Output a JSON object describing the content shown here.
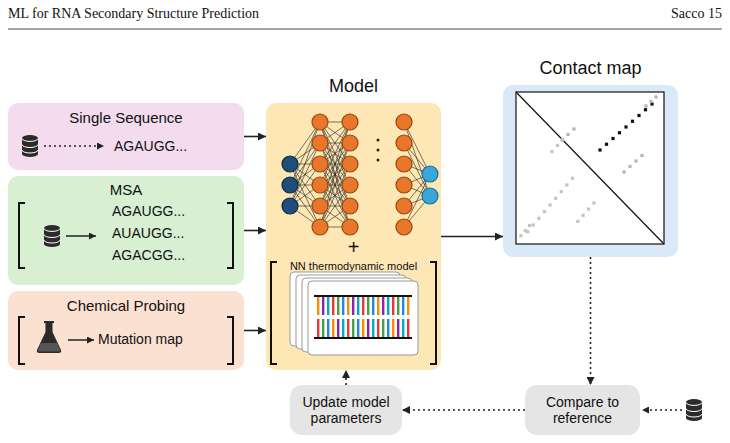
{
  "diagram": {
    "nodes": [
      {
        "text": [
          "Single Sequence",
          "AGAUGG..."
        ]
      },
      {
        "text": [
          "MSA",
          "AGAUGG...",
          "AUAUGG...",
          "AGACGG..."
        ]
      },
      {
        "text": [
          "Chemical Probing",
          "Mutation map"
        ]
      },
      {
        "text": [
          "Model",
          "+",
          "NN thermodynamic model"
        ]
      },
      {
        "text": [
          "Contact map"
        ]
      },
      {
        "text": [
          "Update model parameters"
        ]
      },
      {
        "text": [
          "Compare to reference"
        ]
      }
    ],
    "edges": [
      {
        "from": 0,
        "to": 3,
        "arrow": "to"
      },
      {
        "from": 1,
        "to": 3,
        "arrow": "to"
      },
      {
        "from": 2,
        "to": 3,
        "arrow": "to"
      },
      {
        "from": 3,
        "to": 4,
        "arrow": "to"
      },
      {
        "from": 4,
        "to": 6,
        "arrow": "to"
      },
      {
        "from": 6,
        "to": 5,
        "arrow": "to"
      },
      {
        "from": 5,
        "to": 3,
        "arrow": "to"
      }
    ],
    "labels": [
      "ML for RNA Secondary Structure Prediction",
      "Sacco 15"
    ]
  }
}
